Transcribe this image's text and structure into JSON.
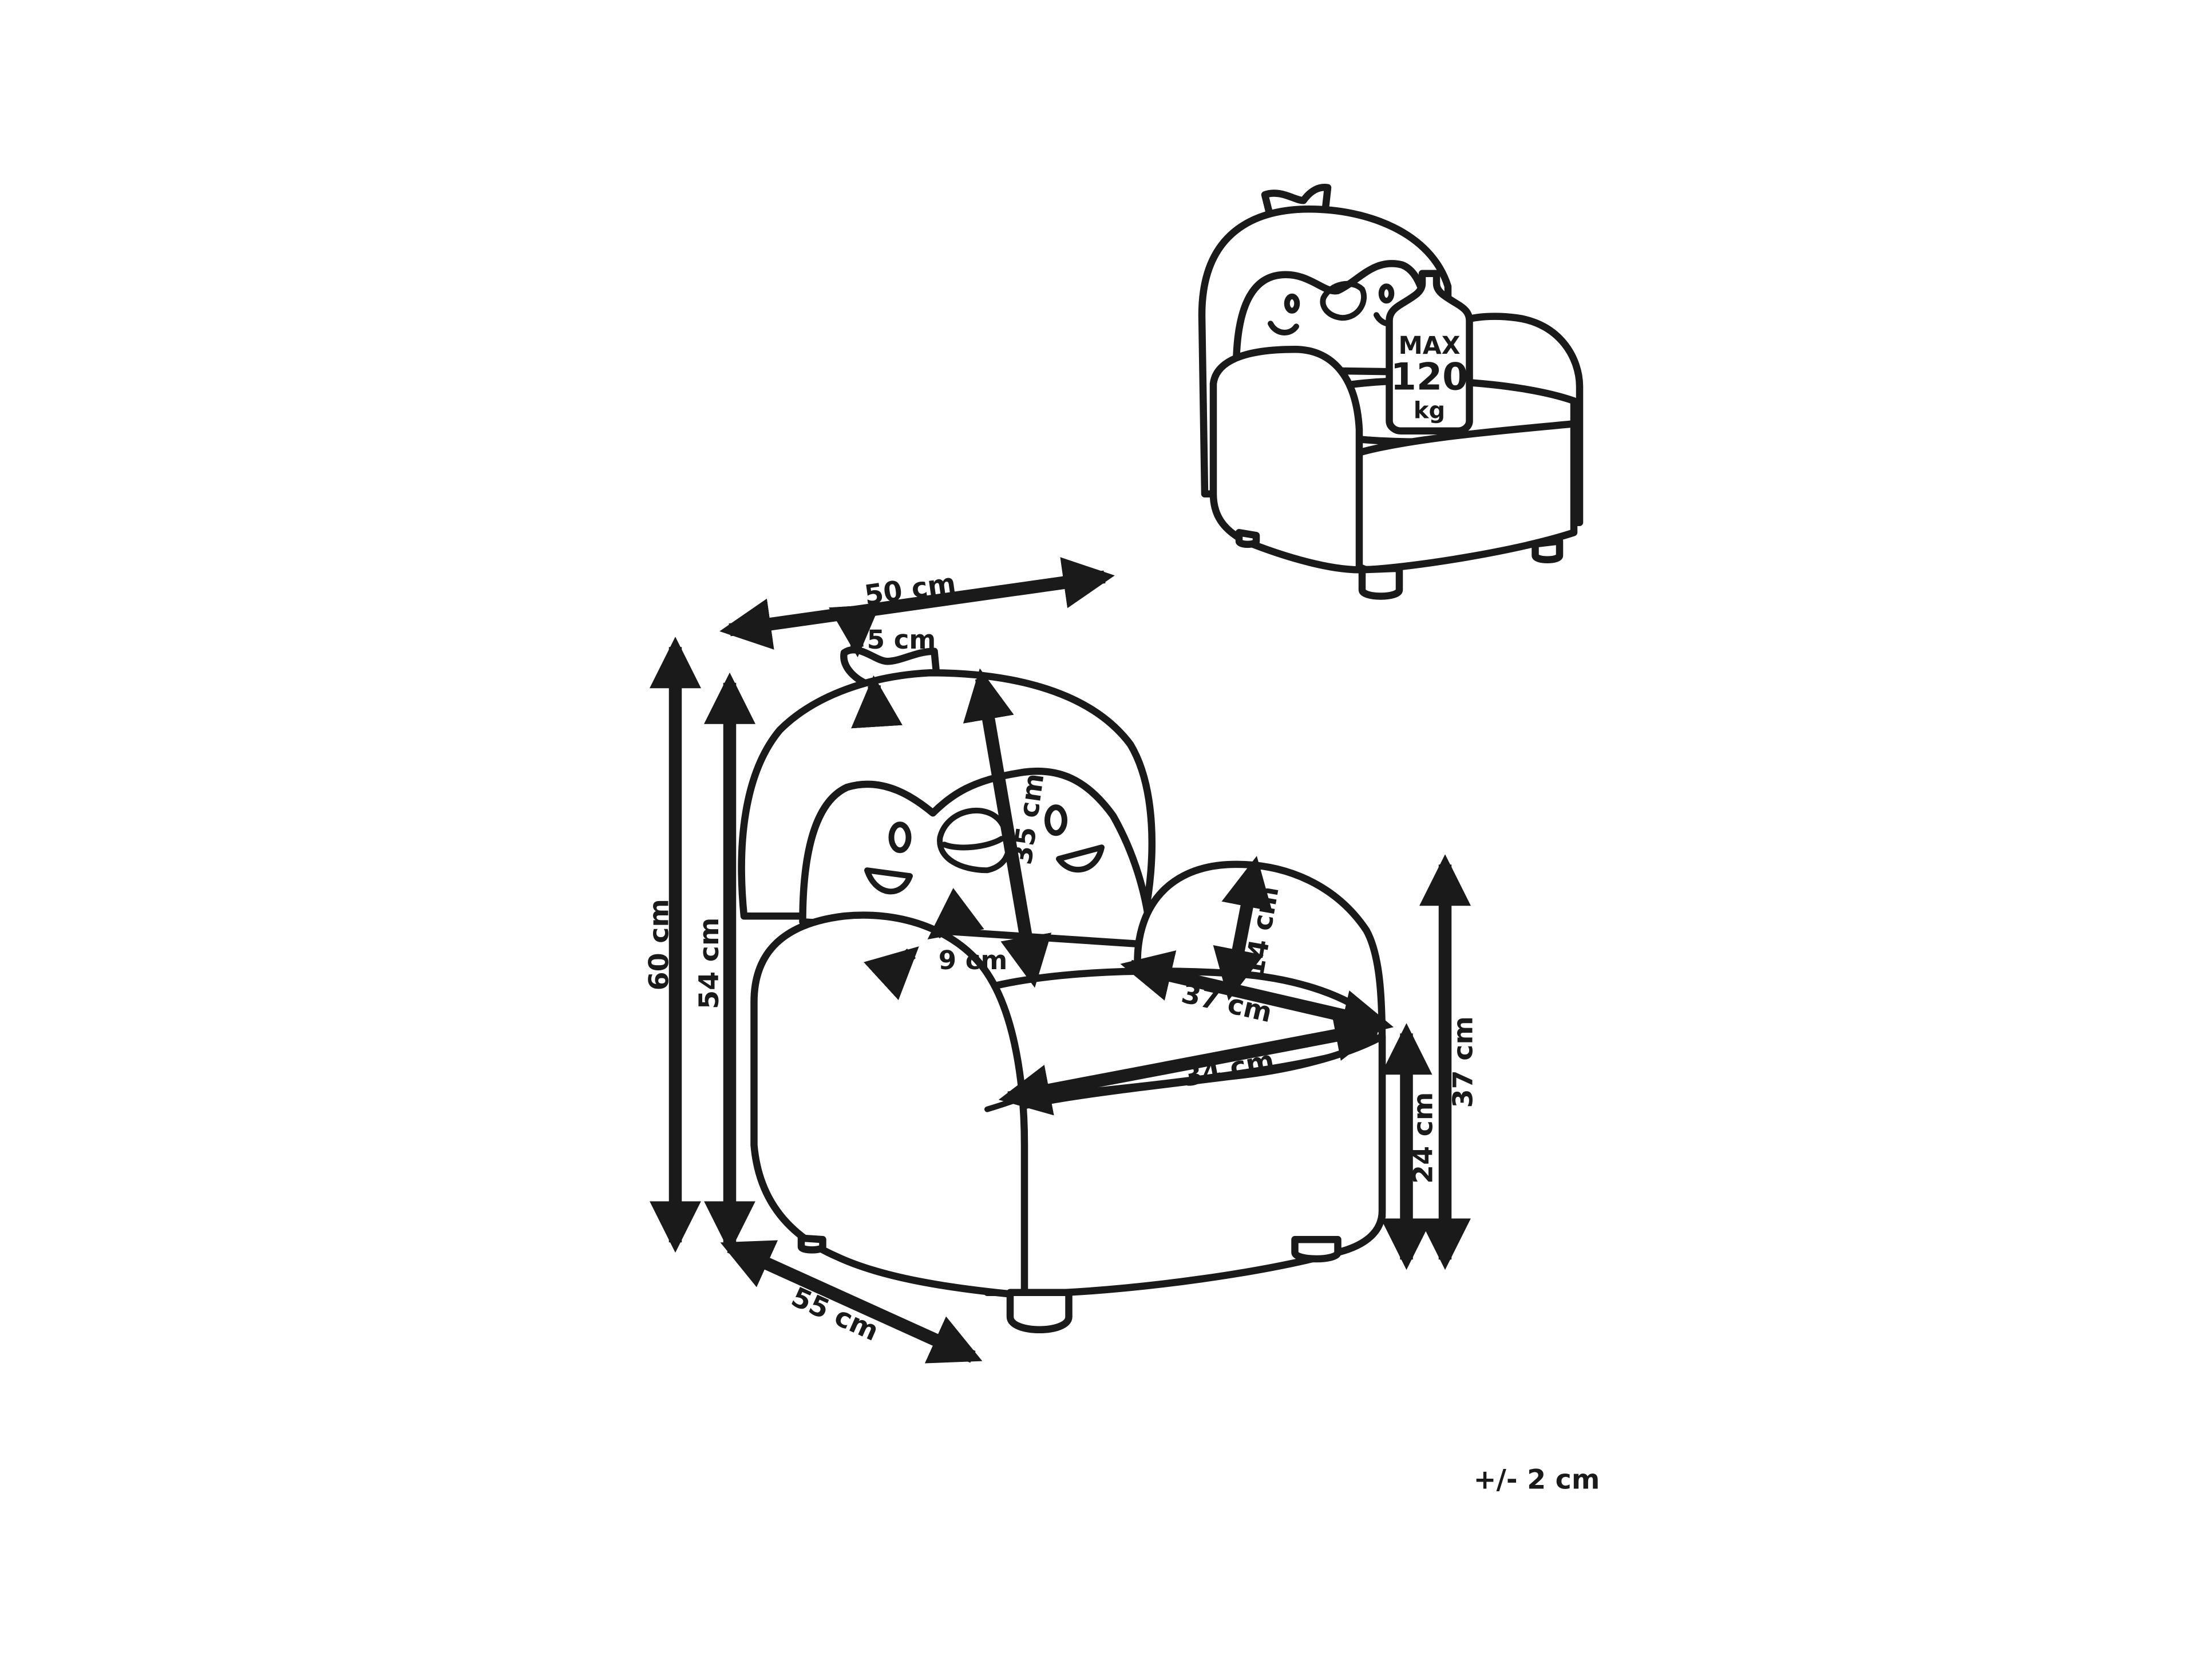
{
  "dimensions": {
    "width": "50 cm",
    "ear": "5 cm",
    "back_height": "35 cm",
    "armrest_height": "14 cm",
    "armrest_width": "9 cm",
    "seat_width": "37 cm",
    "seat_depth": "34 cm",
    "total_height": "60 cm",
    "body_height": "54 cm",
    "depth": "55 cm",
    "seat_height": "24 cm",
    "arm_height": "37 cm"
  },
  "weight_badge": {
    "line1": "MAX",
    "line2": "120",
    "line3": "kg"
  },
  "tolerance": "+/- 2 cm"
}
